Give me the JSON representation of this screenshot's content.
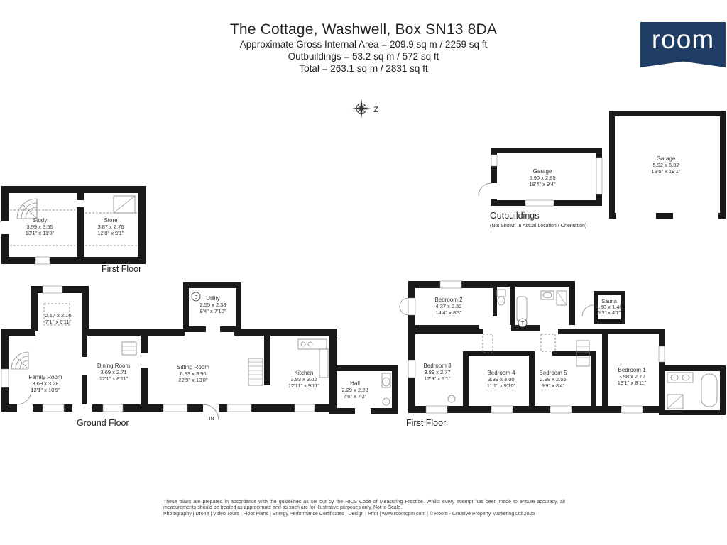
{
  "header": {
    "title": "The Cottage, Washwell, Box SN13 8DA",
    "area_gross": "Approximate Gross Internal Area = 209.9 sq m / 2259 sq ft",
    "area_outbuildings": "Outbuildings = 53.2 sq m / 572 sq ft",
    "area_total": "Total = 263.1 sq m / 2831 sq ft"
  },
  "logo": {
    "text": "room",
    "bg_color": "#1f3c64"
  },
  "compass": {
    "label": "Z"
  },
  "floors": {
    "first_floor_annex": "First Floor",
    "ground_floor": "Ground Floor",
    "first_floor": "First Floor"
  },
  "outbuildings": {
    "title": "Outbuildings",
    "note": "(Not Shown In Actual Location / Orientation)"
  },
  "rooms": {
    "study": {
      "name": "Study",
      "metric": "3.99 x 3.55",
      "imperial": "13'1\" x 11'8\""
    },
    "store": {
      "name": "Store",
      "metric": "3.87 x 2.76",
      "imperial": "12'8\" x 9'1\""
    },
    "unnamed": {
      "metric": "2.17 x 2.10",
      "imperial": "7'1\" x 6'11\""
    },
    "family_room": {
      "name": "Family Room",
      "metric": "3.69 x 3.28",
      "imperial": "12'1\" x 10'9\""
    },
    "dining_room": {
      "name": "Dining Room",
      "metric": "3.69 x 2.71",
      "imperial": "12'1\" x 8'11\""
    },
    "sitting_room": {
      "name": "Sitting Room",
      "metric": "6.93 x 3.96",
      "imperial": "22'9\" x 13'0\""
    },
    "utility": {
      "name": "Utility",
      "metric": "2.55 x 2.38",
      "imperial": "8'4\" x 7'10\""
    },
    "kitchen": {
      "name": "Kitchen",
      "metric": "3.93 x 3.02",
      "imperial": "12'11\" x 9'11\""
    },
    "hall": {
      "name": "Hall",
      "metric": "2.29 x 2.20",
      "imperial": "7'6\" x 7'3\""
    },
    "bedroom2": {
      "name": "Bedroom 2",
      "metric": "4.37 x 2.52",
      "imperial": "14'4\" x 8'3\""
    },
    "bedroom3": {
      "name": "Bedroom 3",
      "metric": "3.89 x 2.77",
      "imperial": "12'9\" x 9'1\""
    },
    "bedroom4": {
      "name": "Bedroom 4",
      "metric": "3.39 x 3.00",
      "imperial": "11'1\" x 9'10\""
    },
    "bedroom5": {
      "name": "Bedroom 5",
      "metric": "2.98 x 2.55",
      "imperial": "9'9\" x 8'4\""
    },
    "bedroom1": {
      "name": "Bedroom 1",
      "metric": "3.98 x 2.72",
      "imperial": "13'1\" x 8'11\""
    },
    "sauna": {
      "name": "Sauna",
      "metric": "1.60 x 1.40",
      "imperial": "5'3\" x 4'7\""
    },
    "garage_small": {
      "name": "Garage",
      "metric": "5.90 x 2.85",
      "imperial": "19'4\" x 9'4\""
    },
    "garage_large": {
      "name": "Garage",
      "metric": "5.92 x 5.82",
      "imperial": "19'5\" x 19'1\""
    }
  },
  "markers": {
    "boiler": "B",
    "tank": "T",
    "entrance": "IN"
  },
  "footer": {
    "disclaimer": "These plans are prepared in accordance with the guidelines as set out by the RICS Code of Measuring Practice. Whilst every attempt has been made to ensure accuracy, all measurements should be treated as approximate and as such are for illustrative purposes only. Not to Scale.",
    "credits": "Photography | Drone | Video Tours | Floor Plans | Energy Performance Certificates | Design | Print | www.roomcpm.com | © Room - Creative Property Marketing Ltd 2025"
  }
}
